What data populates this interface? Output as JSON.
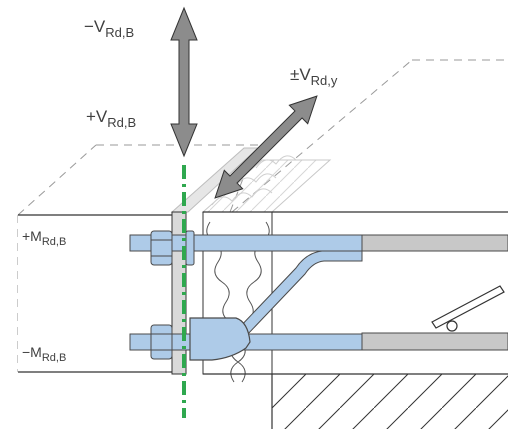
{
  "labels": {
    "shear_negative": {
      "main": "−V",
      "sub": "Rd,B"
    },
    "shear_positive": {
      "main": "+V",
      "sub": "Rd,B"
    },
    "shear_lateral": {
      "main": "±V",
      "sub": "Rd,y"
    },
    "moment_positive": {
      "main": "+M",
      "sub": "Rd,B"
    },
    "moment_negative": {
      "main": "−M",
      "sub": "Rd,B"
    }
  },
  "colors": {
    "rebar_fill": "#aecbe8",
    "rebar_stroke": "#4a4a4a",
    "arrow_fill": "#8c8c8c",
    "axis_line": "#2fa84f",
    "plate_fill": "#d9d9d9",
    "dashed_outline": "#9a9a9a",
    "line_dark": "#333333"
  }
}
